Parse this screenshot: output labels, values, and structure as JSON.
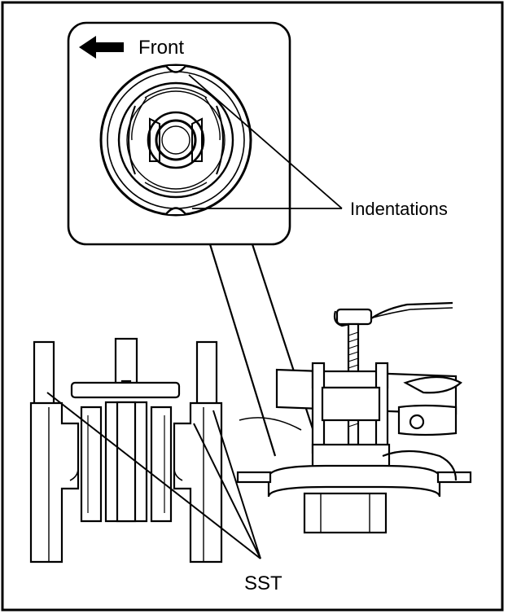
{
  "labels": {
    "front": "Front",
    "indentations": "Indentations",
    "sst": "SST"
  },
  "icons": {
    "front_arrow": "left-arrow-icon"
  },
  "colors": {
    "ink": "#000000",
    "paper": "#ffffff"
  }
}
